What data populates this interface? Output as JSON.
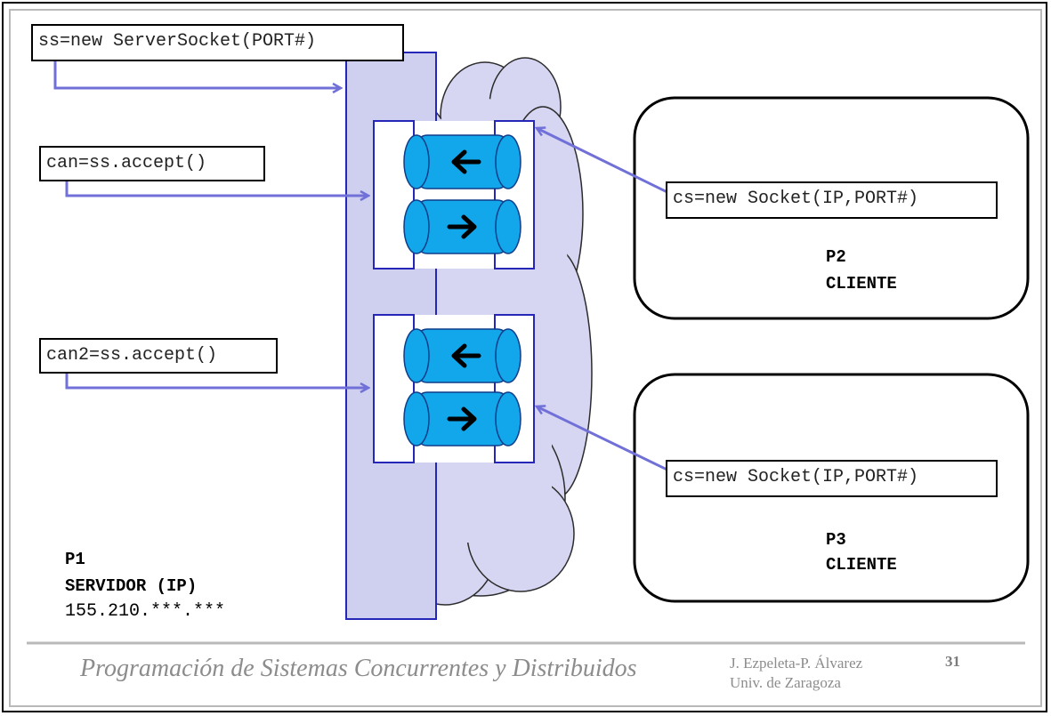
{
  "server": {
    "create_socket_code": "ss=new ServerSocket(PORT#)",
    "accept_code_1": "can=ss.accept()",
    "accept_code_2": "can2=ss.accept()",
    "process_name": "P1",
    "role": "SERVIDOR (IP)",
    "ip": "155.210.***.***"
  },
  "clients": [
    {
      "code": "cs=new Socket(IP,PORT#)",
      "process_name": "P2",
      "role": "CLIENTE"
    },
    {
      "code": "cs=new Socket(IP,PORT#)",
      "process_name": "P3",
      "role": "CLIENTE"
    }
  ],
  "footer": {
    "title": "Programación de Sistemas Concurrentes y Distribuidos",
    "authors": "J. Ezpeleta-P. Álvarez",
    "university": "Univ. de Zaragoza",
    "page_number": "31"
  },
  "icons": {
    "incoming_arrow": "arrow-left-icon",
    "outgoing_arrow": "arrow-right-icon"
  },
  "colors": {
    "socket_panel_fill": "#cfcff0",
    "socket_panel_stroke": "#2626b8",
    "cloud_fill": "#d6d6f3",
    "connector_line": "#7070d8",
    "pipe_fill": "#11a7ea",
    "pipe_stroke": "#0f3d8a",
    "footer_text": "#8c8c8c"
  }
}
